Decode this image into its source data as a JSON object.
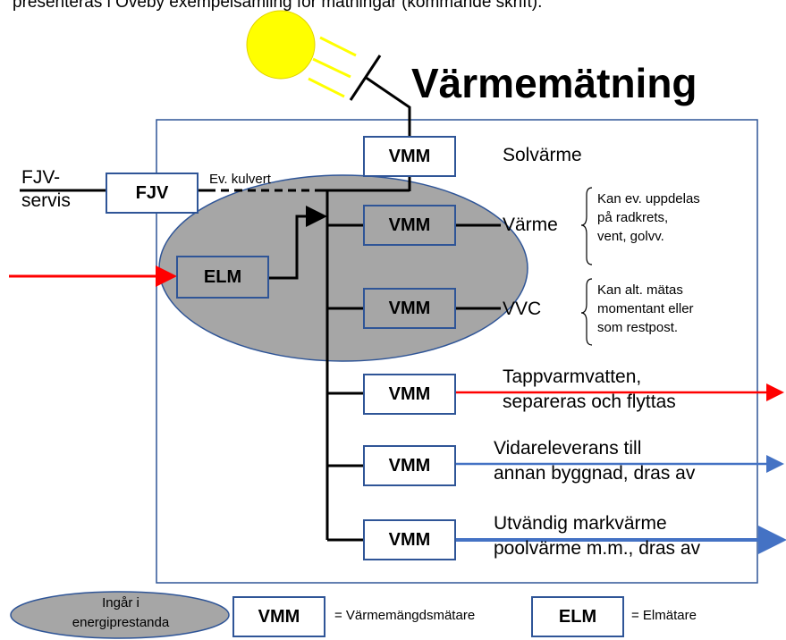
{
  "top_text": "presenteras i Öveby exempelsamling för mätningar (kommande skrift).",
  "title": "Värmemätning",
  "sources": {
    "fjv_line1": "FJV-",
    "fjv_line2": "servis",
    "kulvert": "Ev. kulvert",
    "fjv_box": "FJV",
    "elm_box": "ELM"
  },
  "meters": [
    {
      "label": "VMM",
      "lines": [
        "Solvärme"
      ]
    },
    {
      "label": "VMM",
      "lines": [
        "Värme"
      ]
    },
    {
      "label": "VMM",
      "lines": [
        "VVC"
      ]
    },
    {
      "label": "VMM",
      "lines": [
        "Tappvarmvatten,",
        "separeras och flyttas"
      ]
    },
    {
      "label": "VMM",
      "lines": [
        "Vidareleverans till",
        "annan byggnad, dras av"
      ]
    },
    {
      "label": "VMM",
      "lines": [
        "Utvändig markvärme",
        "poolvärme m.m., dras av"
      ]
    }
  ],
  "notes": {
    "varme": [
      "Kan ev. uppdelas",
      "på radkrets,",
      "vent, golvv."
    ],
    "vvc": [
      "Kan alt. mätas",
      "momentant eller",
      "som restpost."
    ]
  },
  "legend": {
    "ellipse_line1": "Ingår i",
    "ellipse_line2": "energiprestanda",
    "vmm_label": "VMM",
    "vmm_desc": "= Värmemängdsmätare",
    "elm_label": "ELM",
    "elm_desc": "= Elmätare"
  },
  "colors": {
    "box_border": "#2f5597",
    "ellipse_fill": "#a6a6a6",
    "red_arrow": "#ff0000",
    "blue_arrow": "#4472c4",
    "sun": "#ffff00"
  }
}
